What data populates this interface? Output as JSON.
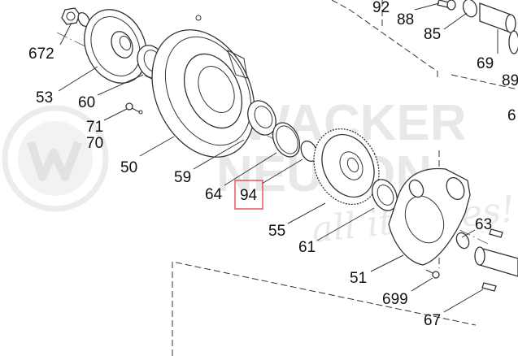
{
  "diagram": {
    "watermark": {
      "line1": "WACKER",
      "line2": "NEUSON",
      "slogan": "all it takes!"
    },
    "highlighted_label": "94",
    "part_labels": [
      {
        "id": "672",
        "text": "672"
      },
      {
        "id": "53",
        "text": "53"
      },
      {
        "id": "60",
        "text": "60"
      },
      {
        "id": "71",
        "text": "71"
      },
      {
        "id": "70",
        "text": "70"
      },
      {
        "id": "50",
        "text": "50"
      },
      {
        "id": "59",
        "text": "59"
      },
      {
        "id": "64",
        "text": "64"
      },
      {
        "id": "94",
        "text": "94"
      },
      {
        "id": "55",
        "text": "55"
      },
      {
        "id": "61",
        "text": "61"
      },
      {
        "id": "51",
        "text": "51"
      },
      {
        "id": "699",
        "text": "699"
      },
      {
        "id": "67",
        "text": "67"
      },
      {
        "id": "63",
        "text": "63"
      },
      {
        "id": "92",
        "text": "92"
      },
      {
        "id": "88",
        "text": "88"
      },
      {
        "id": "85",
        "text": "85"
      },
      {
        "id": "69",
        "text": "69"
      },
      {
        "id": "89",
        "text": "89"
      },
      {
        "id": "6",
        "text": "6"
      }
    ]
  }
}
